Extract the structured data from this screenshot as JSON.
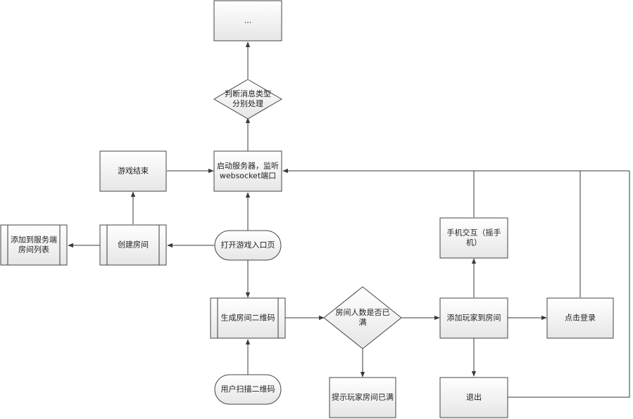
{
  "nodes": {
    "ellipsis": {
      "lines": [
        "..."
      ]
    },
    "judge": {
      "lines": [
        "判断消息类型",
        "分别处理"
      ]
    },
    "server": {
      "lines": [
        "启动服务器，监听",
        "websocket端口"
      ]
    },
    "game_over": {
      "lines": [
        "游戏结束"
      ]
    },
    "create_room": {
      "lines": [
        "创建房间"
      ]
    },
    "add_server_list": {
      "lines": [
        "添加到服务端",
        "房间列表"
      ]
    },
    "open_entry": {
      "lines": [
        "打开游戏入口页"
      ]
    },
    "gen_qr": {
      "lines": [
        "生成房间二维码"
      ]
    },
    "user_scan": {
      "lines": [
        "用户扫描二维码"
      ]
    },
    "room_full_q": {
      "lines": [
        "房间人数是否已",
        "满"
      ]
    },
    "tip_full": {
      "lines": [
        "提示玩家房间已满"
      ]
    },
    "add_player": {
      "lines": [
        "添加玩家到房间"
      ]
    },
    "phone_interact": {
      "lines": [
        "手机交互（摇手",
        "机）"
      ]
    },
    "click_login": {
      "lines": [
        "点击登录"
      ]
    },
    "exit": {
      "lines": [
        "退出"
      ]
    }
  }
}
